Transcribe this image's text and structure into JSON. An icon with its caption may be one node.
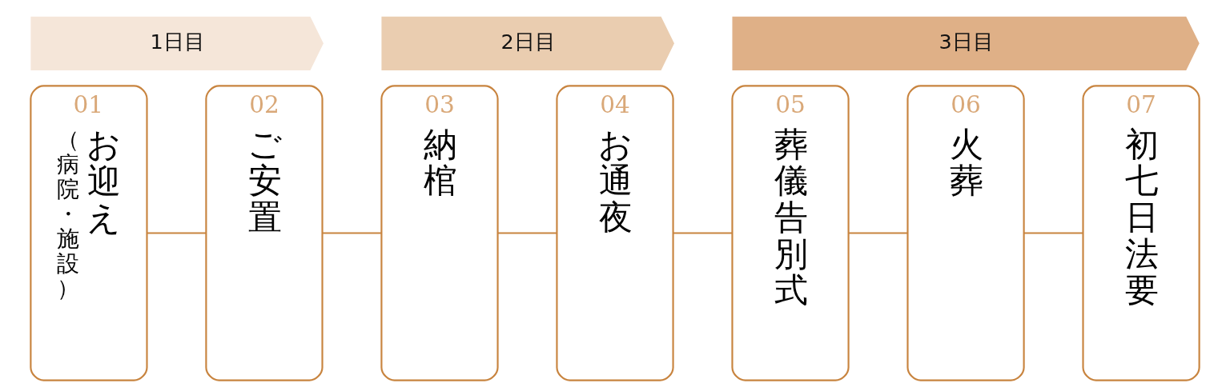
{
  "diagram": {
    "nodes": [
      {
        "text": [
          "1日目"
        ]
      },
      {
        "text": [
          "2日目"
        ]
      },
      {
        "text": [
          "3日目"
        ]
      },
      {
        "text": [
          "01",
          "（病院・施設）",
          "お迎え"
        ]
      },
      {
        "text": [
          "02",
          "ご安置"
        ]
      },
      {
        "text": [
          "03",
          "納棺"
        ]
      },
      {
        "text": [
          "04",
          "お通夜"
        ]
      },
      {
        "text": [
          "05",
          "葬儀告別式"
        ]
      },
      {
        "text": [
          "06",
          "火葬"
        ]
      },
      {
        "text": [
          "07",
          "初七日法要"
        ]
      }
    ],
    "edges": [
      {
        "from": 3,
        "to": 4,
        "arrow": "none"
      },
      {
        "from": 4,
        "to": 5,
        "arrow": "none"
      },
      {
        "from": 5,
        "to": 6,
        "arrow": "none"
      },
      {
        "from": 6,
        "to": 7,
        "arrow": "none"
      },
      {
        "from": 7,
        "to": 8,
        "arrow": "none"
      },
      {
        "from": 8,
        "to": 9,
        "arrow": "none"
      }
    ]
  }
}
